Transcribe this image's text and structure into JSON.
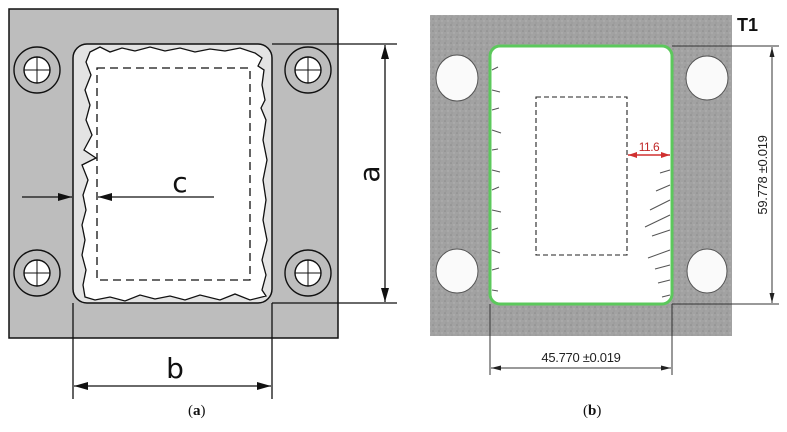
{
  "figure": {
    "panels": [
      {
        "id": "a",
        "caption_open": "(",
        "caption_letter": "a",
        "caption_close": ")",
        "type": "schematic",
        "labels": {
          "height_dim": "a",
          "width_dim": "b",
          "offset_dim": "c"
        }
      },
      {
        "id": "b",
        "caption_open": "(",
        "caption_letter": "b",
        "caption_close": ")",
        "type": "photograph-with-measurements",
        "sample_label": "T1",
        "measurements": {
          "height": "59.778 ±0.019",
          "width": "45.770 ±0.019",
          "offset": "11.6"
        }
      }
    ],
    "colors": {
      "plate_fill": "#bdbdbd",
      "window_fill": "#e6e6e6",
      "outline": "#111111",
      "photo_plate": "#9c9c9c",
      "edge_highlight": "#5cc85c",
      "offset_marker": "#d03030"
    }
  }
}
